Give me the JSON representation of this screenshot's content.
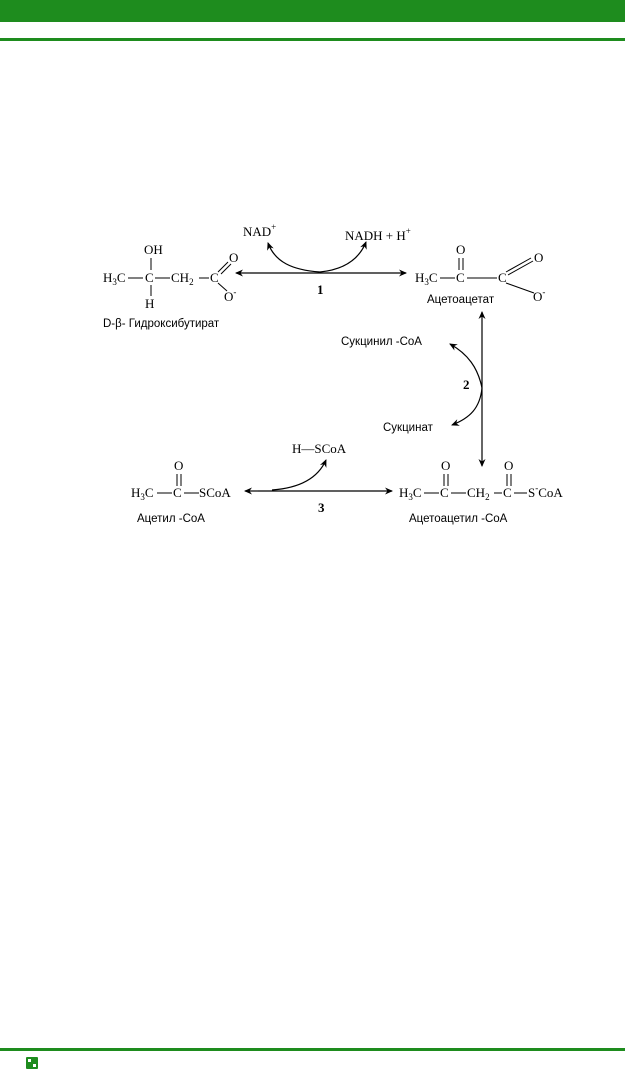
{
  "theme": {
    "accent": "#1e8c1e"
  },
  "footer": {
    "logo_icon": "app-logo-icon"
  },
  "diagram": {
    "reaction1": {
      "number": "1",
      "cofactor_in": {
        "text": "NAD",
        "sup": "+"
      },
      "cofactor_out": {
        "text": "NADH + H",
        "sup": "+"
      }
    },
    "reaction2": {
      "number": "2",
      "cofactor_in": "Сукцинил -CoA",
      "cofactor_out": "Сукцинат"
    },
    "reaction3": {
      "number": "3",
      "cofactor": "H—SCoA"
    },
    "hydroxybutyrate": {
      "oh": "OH",
      "chain_left": "H",
      "chain_left_sub": "3",
      "chain_c": "C",
      "ch2": "CH",
      "ch2_sub": "2",
      "c_end": "C",
      "h": "H",
      "o_double": "O",
      "o_minus": "O",
      "o_minus_sup": "-",
      "name": "D-β- Гидроксибутират"
    },
    "acetoacetate": {
      "h3c": "H",
      "h3c_sub": "3",
      "c1": "C",
      "o_keto": "O",
      "c2": "C",
      "c3": "C",
      "o_double": "O",
      "o_minus": "O",
      "o_minus_sup": "-",
      "name": "Ацетоацетат"
    },
    "acetylcoa": {
      "h3c": "H",
      "h3c_sub": "3",
      "c1": "C",
      "c2": "C",
      "o": "O",
      "scoa": "SCoA",
      "name": "Ацетил -CoA"
    },
    "acetoacetylcoa": {
      "h3c": "H",
      "h3c_sub": "3",
      "c1": "C",
      "c2": "C",
      "o1": "O",
      "ch2": "CH",
      "ch2_sub": "2",
      "c3": "C",
      "o2": "O",
      "s": "S",
      "s_sup": "-",
      "coa": "CoA",
      "name": "Ацетоацетил -CoA"
    }
  }
}
